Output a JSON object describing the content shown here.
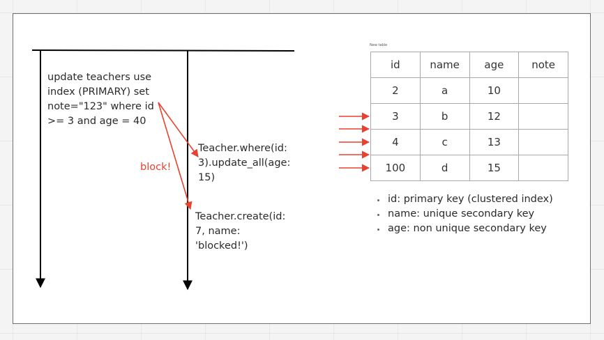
{
  "left_lane": {
    "query_text": "update teachers use index (PRIMARY) set note=\"123\" where id >= 3 and age = 40"
  },
  "right_lane": {
    "statement_1": "Teacher.where(id: 3).update_all(age: 15)",
    "statement_2": "Teacher.create(id: 7, name: 'blocked!')"
  },
  "block_label": "block!",
  "table": {
    "title": "New table",
    "columns": [
      "id",
      "name",
      "age",
      "note"
    ],
    "rows": [
      [
        "2",
        "a",
        "10",
        ""
      ],
      [
        "3",
        "b",
        "12",
        ""
      ],
      [
        "4",
        "c",
        "13",
        ""
      ],
      [
        "100",
        "d",
        "15",
        ""
      ]
    ]
  },
  "notes": [
    "id: primary key (clustered index)",
    "name: unique secondary key",
    "age: non unique secondary key"
  ],
  "colors": {
    "arrow_red": "#e8412f",
    "line_black": "#000000"
  }
}
